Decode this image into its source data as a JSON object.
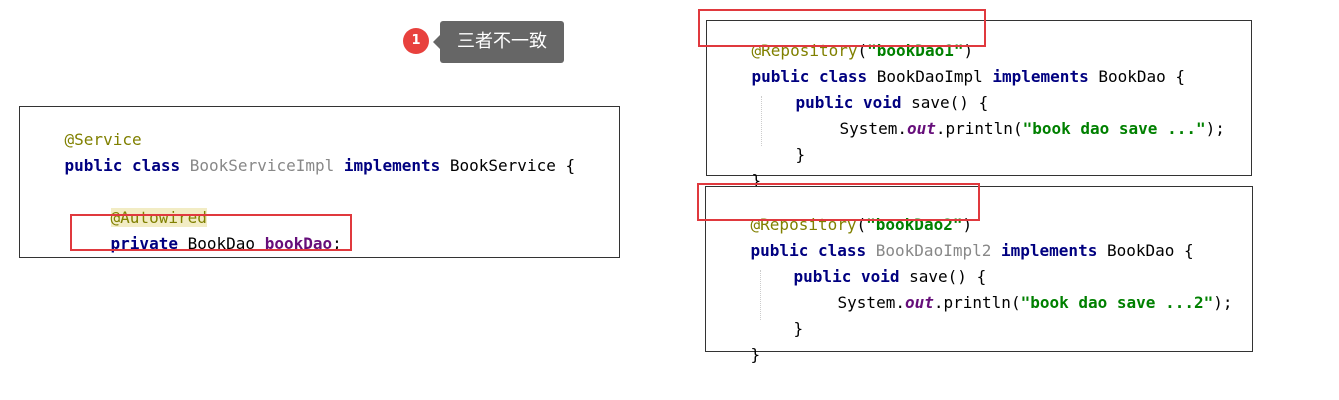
{
  "annotation": {
    "badge_number": "1",
    "tooltip_text": "三者不一致"
  },
  "service_box": {
    "line1": {
      "annotation": "@Service"
    },
    "line2": {
      "kw1": "public class",
      "class_name": "BookServiceImpl",
      "kw2": "implements",
      "rest": "BookService {"
    },
    "line4": {
      "annotation": "@Autowired"
    },
    "line5": {
      "kw": "private",
      "type": "BookDao",
      "field": "bookDao",
      "end": ";"
    }
  },
  "dao1_box": {
    "line1": {
      "annotation": "@Repository",
      "open": "(",
      "string": "\"bookDao1\"",
      "close": ")"
    },
    "line2": {
      "kw1": "public class",
      "class_name": "BookDaoImpl",
      "kw2": "implements",
      "rest": "BookDao {"
    },
    "line3": {
      "kw": "public void",
      "rest": "save() {"
    },
    "line4": {
      "pre": "System.",
      "field": "out",
      "mid": ".println(",
      "string": "\"book dao save ...\"",
      "end": ");"
    },
    "line5": {
      "text": "}"
    },
    "line6": {
      "text": "}"
    }
  },
  "dao2_box": {
    "line1": {
      "annotation": "@Repository",
      "open": "(",
      "string": "\"bookDao2\"",
      "close": ")"
    },
    "line2": {
      "kw1": "public class",
      "class_name": "BookDaoImpl2",
      "kw2": "implements",
      "rest": "BookDao {"
    },
    "line3": {
      "kw": "public void",
      "rest": "save() {"
    },
    "line4": {
      "pre": "System.",
      "field": "out",
      "mid": ".println(",
      "string": "\"book dao save ...2\"",
      "end": ");"
    },
    "line5": {
      "text": "}"
    },
    "line6": {
      "text": "}"
    }
  },
  "colors": {
    "keyword": "#000080",
    "annotation": "#808000",
    "string": "#008000",
    "field": "#660e7a",
    "highlight_box": "#e0393e",
    "badge": "#e8413d",
    "tooltip_bg": "#666666"
  }
}
